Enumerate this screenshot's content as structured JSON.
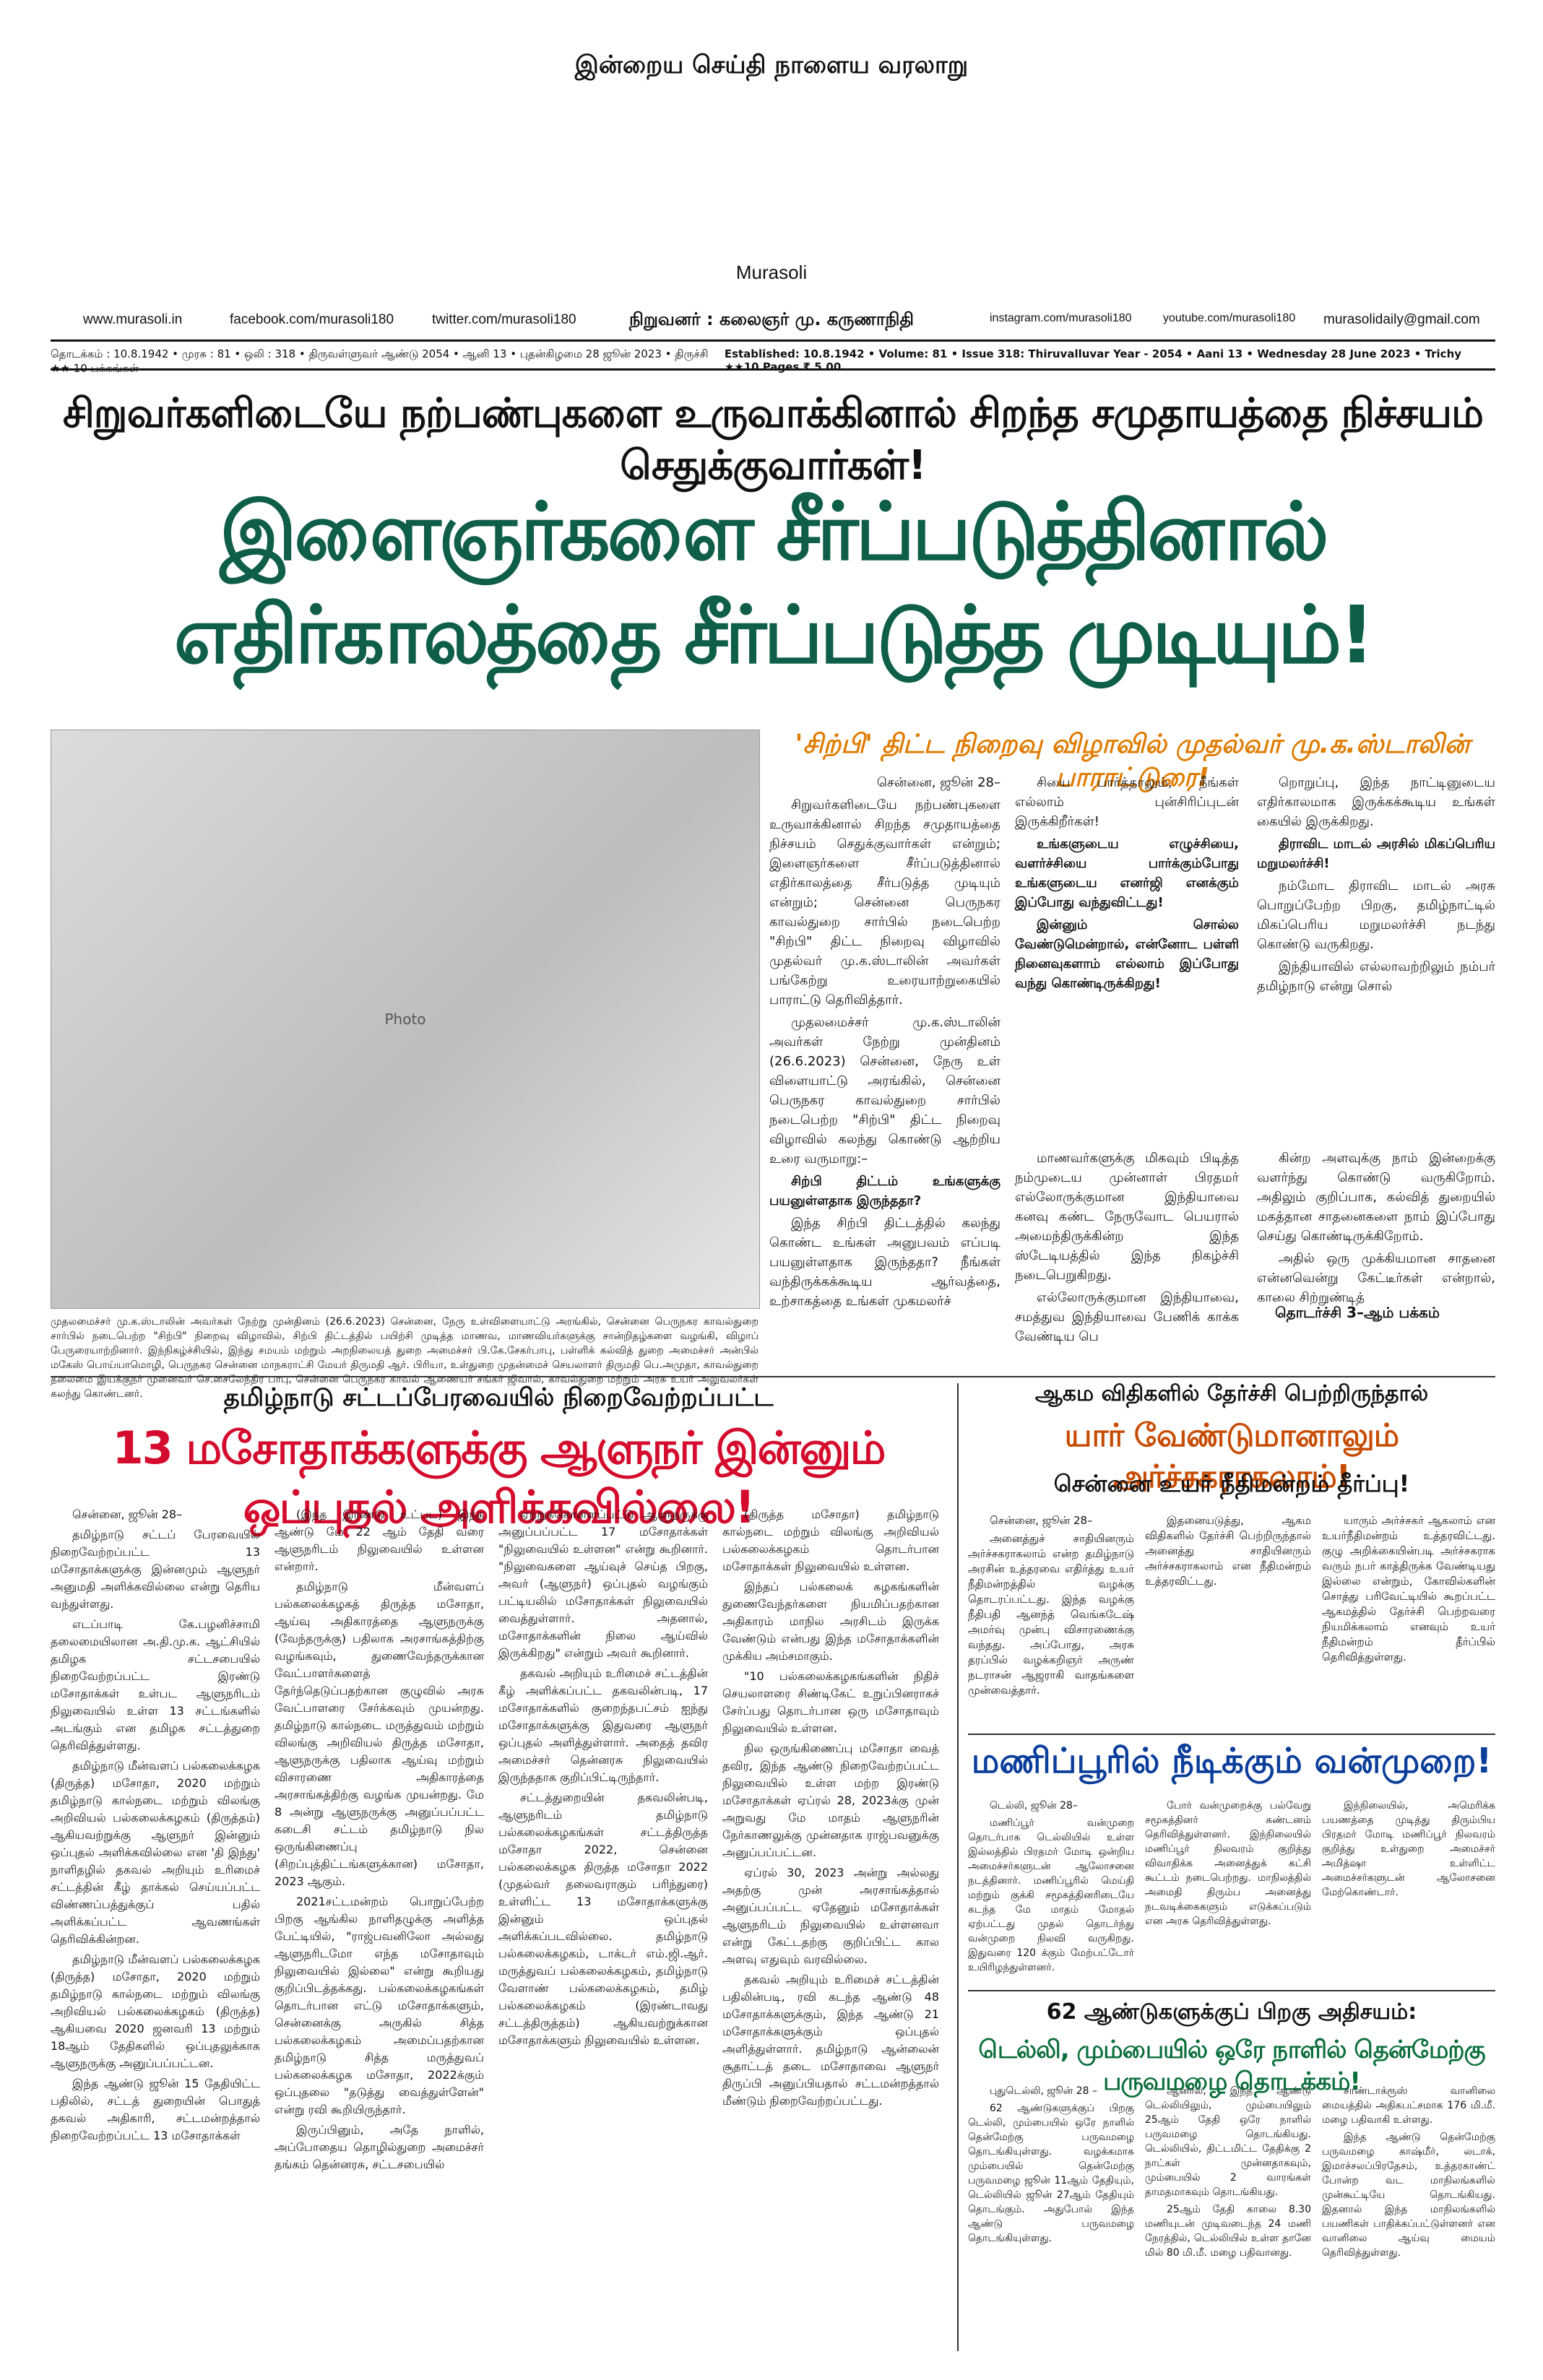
{
  "masthead": {
    "motto": "இன்றைய செய்தி நாளைய வரலாறு",
    "name": "Murasoli",
    "website": "www.murasoli.in",
    "facebook": "facebook.com/murasoli180",
    "twitter": "twitter.com/murasoli180",
    "founder": "நிறுவனர் : கலைஞர் மு. கருணாநிதி",
    "instagram": "instagram.com/murasoli180",
    "youtube": "youtube.com/murasoli180",
    "email": "murasolidaily@gmail.com",
    "dateline_tamil": "தொடக்கம் : 10.8.1942 • முரசு : 81 • ஒலி : 318 • திருவள்ளுவர் ஆண்டு 2054 • ஆனி 13 • புதன்கிழமை 28 ஜூன் 2023 • திருச்சி ★★ 10 பக்கங்கள்",
    "dateline_english": "Established: 10.8.1942 • Volume: 81 • Issue 318: Thiruvalluvar Year - 2054 • Aani 13 • Wednesday 28 June 2023 • Trichy ★★10 Pages ₹ 5.00"
  },
  "lead": {
    "subhead": "சிறுவர்களிடையே நற்பண்புகளை உருவாக்கினால் சிறந்த சமுதாயத்தை நிச்சயம் செதுக்குவார்கள்!",
    "headline": "இளைஞர்களை சீர்ப்படுத்தினால் எதிர்காலத்தை சீர்ப்படுத்த முடியும்!",
    "kicker": "'சிற்பி' திட்ட நிறைவு விழாவில் முதல்வர் மு.க.ஸ்டாலின் பாராட்டுரை!",
    "photo_caption": "முதலமைச்சர் மு.க.ஸ்டாலின் அவர்கள் நேற்று முன்தினம் (26.6.2023) சென்னை, நேரு உள்விளையாட்டு அரங்கில், சென்னை பெருநகர காவல்துறை சார்பில் நடைபெற்ற \"சிற்பி\" நிறைவு விழாவில், சிற்பி திட்டத்தில் பயிற்சி முடித்த மாணவ, மாணவியர்களுக்கு சான்றிதழ்களை வழங்கி, விழாப் பேருரையாற்றினார். இந்நிகழ்ச்சியில், இந்து சமயம் மற்றும் அறநிலையத் துறை அமைச்சர் பி.கே.சேகர்பாபு, பள்ளிக் கல்வித் துறை அமைச்சர் அன்பில் மகேஸ் பொய்யாமொழி, பெருநகர சென்னை மாநகராட்சி மேயர் திருமதி ஆர். பிரியா, உள்துறை முதன்மைச் செயலாளர் திருமதி பெ.அமுதா, காவல்துறை தலைமை இயக்குநர் முனைவர் செ.சைலேந்திர பாபு, சென்னை பெருநகர காவல் ஆணையர் சங்கர் ஜிவால், காவல்துறை மற்றும் அரசு உயர் அலுவலர்கள் கலந்து கொண்டனர்.",
    "col1": [
      "சென்னை, ஜூன் 28–",
      "சிறுவர்களிடையே நற்பண்புகளை உருவாக்கினால் சிறந்த சமுதாயத்தை நிச்சயம் செதுக்குவார்கள் என்றும்; இளைஞர்களை சீர்ப்படுத்தினால் எதிர்காலத்தை சீர்படுத்த முடியும் என்றும்; சென்னை பெருநகர காவல்துறை சார்பில் நடைபெற்ற \"சிற்பி\" திட்ட நிறைவு விழாவில் முதல்வர் மு.க.ஸ்டாலின் அவர்கள் பங்கேற்று உரையாற்றுகையில் பாராட்டு தெரிவித்தார்.",
      "முதலமைச்சர் மு.க.ஸ்டாலின் அவர்கள் நேற்று முன்தினம் (26.6.2023) சென்னை, நேரு உள் விளையாட்டு அரங்கில், சென்னை பெருநகர காவல்துறை சார்பில் நடைபெற்ற \"சிற்பி\" திட்ட நிறைவு விழாவில் கலந்து கொண்டு ஆற்றிய உரை வருமாறு:–",
      "சிற்பி திட்டம் உங்களுக்கு பயனுள்ளதாக இருந்ததா?",
      "இந்த சிற்பி திட்டத்தில் கலந்து கொண்ட உங்கள் அனுபவம் எப்படி பயனுள்ளதாக இருந்ததா? நீங்கள் வந்திருக்கக்கூடிய ஆர்வத்தை, உற்சாகத்தை உங்கள் முகமலர்ச்"
    ],
    "col2a": [
      "சியை பார்த்தாலும், நீங்கள் எல்லாம் புன்சிரிப்புடன் இருக்கிறீர்கள்!",
      "உங்களுடைய எழுச்சியை, வளர்ச்சியை பார்க்கும்போது உங்களுடைய எனர்ஜி எனக்கும் இப்போது வந்துவிட்டது!",
      "இன்னும் சொல்ல வேண்டுமென்றால், என்னோட பள்ளி நினைவுகளாம் எல்லாம் இப்போது வந்து கொண்டிருக்கிறது!"
    ],
    "col2b": [
      "மாணவர்களுக்கு மிகவும் பிடித்த நம்முடைய முன்னாள் பிரதமர் எல்லோருக்குமான இந்தியாவை கனவு கண்ட நேருவோட பெயரால் அமைந்திருக்கின்ற இந்த ஸ்டேடியத்தில் இந்த நிகழ்ச்சி நடைபெறுகிறது.",
      "எல்லோருக்குமான இந்தியாவை, சமத்துவ இந்தியாவை பேணிக் காக்க வேண்டிய பெ"
    ],
    "col3a": [
      "றொறுப்பு, இந்த நாட்டினுடைய எதிர்காலமாக இருக்கக்கூடிய உங்கள் கையில் இருக்கிறது.",
      "திராவிட மாடல் அரசில் மிகப்பெரிய மறுமலர்ச்சி!",
      "நம்மோட திராவிட மாடல் அரசு பொறுப்பேற்ற பிறகு, தமிழ்நாட்டில் மிகப்பெரிய மறுமலர்ச்சி நடந்து கொண்டு வருகிறது.",
      "இந்தியாவில் எல்லாவற்றிலும் நம்பர் தமிழ்நாடு என்று சொல்"
    ],
    "col3b": [
      "கின்ற அளவுக்கு நாம் இன்றைக்கு வளர்ந்து கொண்டு வருகிறோம். அதிலும் குறிப்பாக, கல்வித் துறையில் மகத்தான சாதனைகளை நாம் இப்போது செய்து கொண்டிருக்கிறோம்.",
      "அதில் ஒரு முக்கியமான சாதனை என்னவென்று கேட்டீர்கள் என்றால், காலை சிற்றுண்டித்"
    ],
    "continuation": "தொடர்ச்சி 3–ஆம் பக்கம்"
  },
  "story2": {
    "kicker": "தமிழ்நாடு சட்டப்பேரவையில் நிறைவேற்றப்பட்ட",
    "headline": "13 மசோதாக்களுக்கு ஆளுநர் இன்னும் ஒப்புதல் அளிக்கவில்லை!",
    "col1": [
      "சென்னை, ஜூன் 28–",
      "தமிழ்நாடு சட்டப் பேரவையில் நிறைவேற்றப்பட்ட 13 மசோதாக்களுக்கு இன்னமும் ஆளுநர் அனுமதி அளிக்கவில்லை என்று தெரிய வந்துள்ளது.",
      "எடப்பாடி கே.பழனிச்சாமி தலைமையிலான அ.தி.மு.க. ஆட்சியில் தமிழக சட்டசபையில் நிறைவேற்றப்பட்ட இரண்டு மசோதாக்கள் உள்பட ஆளுநரிடம் நிலுவையில் உள்ள 13 சட்டங்களில் அடங்கும் என தமிழக சட்டத்துறை தெரிவித்துள்ளது.",
      "தமிழ்நாடு மீன்வளப் பல்கலைக்கழக (திருத்த) மசோதா, 2020 மற்றும் தமிழ்நாடு கால்நடை மற்றும் விலங்கு அறிவியல் பல்கலைக்கழகம் (திருத்தம்) ஆகியவற்றுக்கு ஆளுநர் இன்னும் ஒப்புதல் அளிக்கவில்லை என 'தி இந்து' நாளிதழில் தகவல் அறியும் உரிமைச் சட்டத்தின் கீழ் தாக்கல் செய்யப்பட்ட விண்ணப்பத்துக்குப் பதில் அளிக்கப்பட்ட ஆவணங்கள் தெரிவிக்கின்றன.",
      "தமிழ்நாடு மீன்வளப் பல்கலைக்கழக (திருத்த) மசோதா, 2020 மற்றும் தமிழ்நாடு கால்நடை மற்றும் விலங்கு அறிவியல் பல்கலைக்கழகம் (திருத்த) ஆகியவை 2020 ஜனவரி 13 மற்றும் 18ஆம் தேதிகளில் ஒப்புதலுக்காக ஆளுநருக்கு அனுப்பப்பட்டன.",
      "இந்த ஆண்டு ஜூன் 15 தேதியிட்ட பதிலில், சட்டத் துறையின் பொதுத் தகவல் அதிகாரி, சட்டமன்றத்தால் நிறைவேற்றப்பட்ட 13 மசோதாக்கள்"
    ],
    "col2": [
      "(இந்த இரண்டு உட்பட) இந்த ஆண்டு மே 22 ஆம் தேதி வரை ஆளுநரிடம் நிலுவையில் உள்ளன என்றார்.",
      "தமிழ்நாடு மீன்வளப் பல்கலைக்கழகத் திருத்த மசோதா, ஆய்வு அதிகாரத்தை ஆளுநருக்கு (வேந்தருக்கு) பதிலாக அரசாங்கத்திற்கு வழங்கவும், துணைவேந்தருக்கான வேட்பாளர்களைத் தேர்ந்தெடுப்பதற்கான குழுவில் அரசு வேட்பாளரை சேர்க்கவும் முயன்றது. தமிழ்நாடு கால்நடை மருத்துவம் மற்றும் விலங்கு அறிவியல் திருத்த மசோதா, ஆளுநருக்கு பதிலாக ஆய்வு மற்றும் விசாரணை அதிகாரத்தை அரசாங்கத்திற்கு வழங்க முயன்றது. மே 8 அன்று ஆளுநருக்கு அனுப்பப்பட்ட கடைசி சட்டம் தமிழ்நாடு நில ஒருங்கிணைப்பு (சிறப்புத்திட்டங்களுக்கான) மசோதா, 2023 ஆகும்.",
      "2021சட்டமன்றம் பொறுப்பேற்ற பிறகு ஆங்கில நாளிதழுக்கு அளித்த பேட்டியில், \"ராஜ்பவனிலோ அல்லது ஆளுநரிடமோ எந்த மசோதாவும் நிலுவையில் இல்லை\" என்று கூறியது குறிப்பிடத்தக்கது. பல்கலைக்கழகங்கள் தொடர்பான எட்டு மசோதாக்களும், சென்னைக்கு அருகில் சித்த பல்கலைக்கழகம் அமைப்பதற்கான தமிழ்நாடு சித்த மருத்துவப் பல்கலைக்கழக மசோதா, 2022க்கும் ஒப்புதலை \"தடுத்து வைத்துள்ளேன்\" என்று ரவி கூறியிருந்தார்.",
      "இருப்பினும், அதே நாளில், அப்போதைய தொழில்துறை அமைச்சர் தங்கம் தென்னரசு, சட்டசபையில்"
    ],
    "col3": [
      "ஏற்றுக்கொள்ளப்பட்டு ஆளுநருக்கு அனுப்பப்பட்ட 17 மசோதாக்கள் \"நிலுவையில் உள்ளன\" என்று கூறினார். \"நிலுவைகளை ஆய்வுச் செய்த பிறகு, அவர் (ஆளுநர்) ஒப்புதல் வழங்கும் பட்டியலில் மசோதாக்கள் நிலுவையில் வைத்துள்ளார். அதனால், மசோதாக்களின் நிலை ஆய்வில் இருக்கிறது\" என்றும் அவர் கூறினார்.",
      "தகவல் அறியும் உரிமைச் சட்டத்தின் கீழ் அளிக்கப்பட்ட தகவலின்படி, 17 மசோதாக்களில் குறைந்தபட்சம் ஐந்து மசோதாக்களுக்கு இதுவரை ஆளுநர் ஒப்புதல் அளித்துள்ளார். அதைத் தவிர அமைச்சர் தென்னரசு நிலுவையில் இருந்ததாக குறிப்பிட்டிருந்தார்.",
      "சட்டத்துறையின் தகவலின்படி, ஆளுநரிடம் தமிழ்நாடு பல்கலைக்கழகங்கள் சட்டத்திருத்த மசோதா 2022, சென்னை பல்கலைக்கழக திருத்த மசோதா 2022 (முதல்வர் தலைவராகும் பரிந்துரை) உள்ளிட்ட 13 மசோதாக்களுக்கு இன்னும் ஒப்புதல் அளிக்கப்படவில்லை. தமிழ்நாடு பல்கலைக்கழகம், டாக்டர் எம்.ஜி.ஆர். மருத்துவப் பல்கலைக்கழகம், தமிழ்நாடு வேளாண் பல்கலைக்கழகம், தமிழ் பல்கலைக்கழகம் (இரண்டாவது சட்டத்திருத்தம்) ஆகியவற்றுக்கான மசோதாக்களும் நிலுவையில் உள்ளன."
    ],
    "col4": [
      "(திருத்த மசோதா) தமிழ்நாடு கால்நடை மற்றும் விலங்கு அறிவியல் பல்கலைக்கழகம் தொடர்பான மசோதாக்கள் நிலுவையில் உள்ளன.",
      "இந்தப் பல்கலைக் கழகங்களின் துணைவேந்தர்களை நியமிப்பதற்கான அதிகாரம் மாநில அரசிடம் இருக்க வேண்டும் என்பது இந்த மசோதாக்களின் முக்கிய அம்சமாகும்.",
      "\"10 பல்கலைக்கழகங்களின் நிதிச் செயலாளரை சிண்டிகேட் உறுப்பினராகச் சேர்ப்பது தொடர்பான ஒரு மசோதாவும் நிலுவையில் உள்ளன.",
      "நில ஒருங்கிணைப்பு மசோதா வைத் தவிர, இந்த ஆண்டு நிறைவேற்றப்பட்ட நிலுவையில் உள்ள மற்ற இரண்டு மசோதாக்கள் ஏப்ரல் 28, 2023க்கு முன் அறுவது மே மாதம் ஆளுநரின் நேர்காணலுக்கு முன்னதாக ராஜ்பவனுக்கு அனுப்பப்பட்டன.",
      "ஏப்ரல் 30, 2023 அன்று அல்லது அதற்கு முன் அரசாங்கத்தால் அனுப்பப்பட்ட ஏதேனும் மசோதாக்கள் ஆளுநரிடம் நிலுவையில் உள்ளனவா என்று கேட்டதற்கு குறிப்பிட்ட கால அளவு எதுவும் வரவில்லை.",
      "தகவல் அறியும் உரிமைச் சட்டத்தின் பதிலின்படி, ரவி கடந்த ஆண்டு 48 மசோதாக்களுக்கும், இந்த ஆண்டு 21 மசோதாக்களுக்கும் ஒப்புதல் அளித்துள்ளார். தமிழ்நாடு ஆன்லைன் சூதாட்டத் தடை மசோதாவை ஆளுநர் திருப்பி அனுப்பியதால் சட்டமன்றத்தால் மீண்டும் நிறைவேற்றப்பட்டது."
    ]
  },
  "story3": {
    "kicker": "ஆகம விதிகளில் தேர்ச்சி பெற்றிருந்தால்",
    "headline": "யார் வேண்டுமானாலும் அர்ச்சகராகலாம்!",
    "subhead": "சென்னை உயர் நீதிமன்றம் தீர்ப்பு!",
    "col1": [
      "சென்னை, ஜூன் 28–",
      "அனைத்துச் சாதியினரும் அர்ச்சகராகலாம் என்ற தமிழ்நாடு அரசின் உத்தரவை எதிர்த்து உயர் நீதிமன்றத்தில் வழக்கு தொடரப்பட்டது. இந்த வழக்கு நீதிபதி ஆனந்த் வெங்கடேஷ் அமர்வு முன்பு விசாரணைக்கு வந்தது. அப்போது, அரசு தரப்பில் வழக்கறிஞர் அருண் நடராசன் ஆஜராகி வாதங்களை முன்வைத்தார்."
    ],
    "col2": [
      "இதனையடுத்து, ஆகம விதிகளில் தேர்ச்சி பெற்றிருந்தால் அனைத்து சாதியினரும் அர்ச்சகராகலாம் என நீதிமன்றம் உத்தரவிட்டது."
    ],
    "col3": [
      "யாரும் அர்ச்சகர் ஆகலாம் என உயர்நீதிமன்றம் உத்தரவிட்டது. குழு அறிக்கையின்படி அர்ச்சகராக வரும் நபர் காத்திருக்க வேண்டியது இல்லை என்றும், கோவில்களின் சொத்து பரிவேட்டியில் கூறப்பட்ட ஆகமத்தில் தேர்ச்சி பெற்றவரை நியமிக்கலாம் எனவும் உயர் நீதிமன்றம் தீர்ப்பில் தெரிவித்துள்ளது."
    ]
  },
  "story4": {
    "headline": "மணிப்பூரில் நீடிக்கும் வன்முறை!",
    "col1": [
      "டெல்லி, ஜூன் 28–",
      "மணிப்பூர் வன்முறை தொடர்பாக டெல்லியில் உள்ள இல்லத்தில் பிரதமர் மோடி ஒன்றிய அமைச்சர்களுடன் ஆலோசனை நடத்தினார். மணிப்பூரில் மெய்தி மற்றும் குக்கி சமூகத்தினரிடையே கடந்த மே மாதம் மோதல் ஏற்பட்டது முதல் தொடர்ந்து வன்முறை நிலவி வருகிறது. இதுவரை 120 க்கும் மேற்பட்டோர் உயிரிழந்துள்ளனர்."
    ],
    "col2": [
      "போர் வன்முறைக்கு பல்வேறு சமூகத்தினர் கண்டனம் தெரிவித்துள்ளனர். இந்நிலையில் மணிப்பூர் நிலவரம் குறித்து விவாதிக்க அனைத்துக் கட்சி கூட்டம் நடைபெற்றது. மாநிலத்தில் அமைதி திரும்ப அனைத்து நடவடிக்கைகளும் எடுக்கப்படும் என அரசு தெரிவித்துள்ளது."
    ],
    "col3": [
      "இந்நிலையில், அமெரிக்க பயணத்தை முடித்து திரும்பிய பிரதமர் மோடி மணிப்பூர் நிலவரம் குறித்து உள்துறை அமைச்சர் அமித்ஷா உள்ளிட்ட அமைச்சர்களுடன் ஆலோசனை மேற்கொண்டார்."
    ]
  },
  "story5": {
    "kicker": "62 ஆண்டுகளுக்குப் பிறகு அதிசயம்:",
    "headline": "டெல்லி, மும்பையில் ஒரே நாளில் தென்மேற்கு பருவமழை தொடக்கம்!",
    "col1": [
      "புதுடெல்லி, ஜூன் 28 –",
      "62 ஆண்டுகளுக்குப் பிறகு டெல்லி, மும்பையில் ஒரே நாளில் தென்மேற்கு பருவமழை தொடங்கியுள்ளது. வழக்கமாக மும்பையில் தென்மேற்கு பருவமழை ஜூன் 11ஆம் தேதியும், டெல்லியில் ஜூன் 27ஆம் தேதியும் தொடங்கும். அதுபோல் இந்த ஆண்டு பருவமழை தொடங்கியுள்ளது."
    ],
    "col2": [
      "ஆனால், இந்த ஆண்டு டெல்லியிலும், மும்பையிலும் 25ஆம் தேதி ஒரே நாளில் பருவமழை தொடங்கியது. டெல்லியில், திட்டமிட்ட தேதிக்கு 2 நாட்கள் முன்னதாகவும், மும்பையில் 2 வாரங்கள் தாமதமாகவும் தொடங்கியது.",
      "25ஆம் தேதி காலை 8.30 மணியுடன் முடிவடைந்த 24 மணி நேரத்தில், டெல்லியில் உள்ள தானே மில் 80 மி.மீ. மழை பதிவானது."
    ],
    "col3": [
      "சாண்டாக்ரூஸ் வானிலை மையத்தில் அதிகபட்சமாக 176 மி.மீ. மழை பதிவாகி உள்ளது.",
      "இந்த ஆண்டு தென்மேற்கு பருவமழை காஷ்மீர், லடாக், இமாச்சலப்பிரதேசம், உத்தரகாண்ட் போன்ற வட மாநிலங்களில் முன்கூட்டியே தொடங்கியது. இதனால் இந்த மாநிலங்களில் பயணிகள் பாதிக்கப்பட்டுள்ளனர் என வானிலை ஆய்வு மையம் தெரிவித்துள்ளது."
    ]
  },
  "photo_label": "Photo"
}
